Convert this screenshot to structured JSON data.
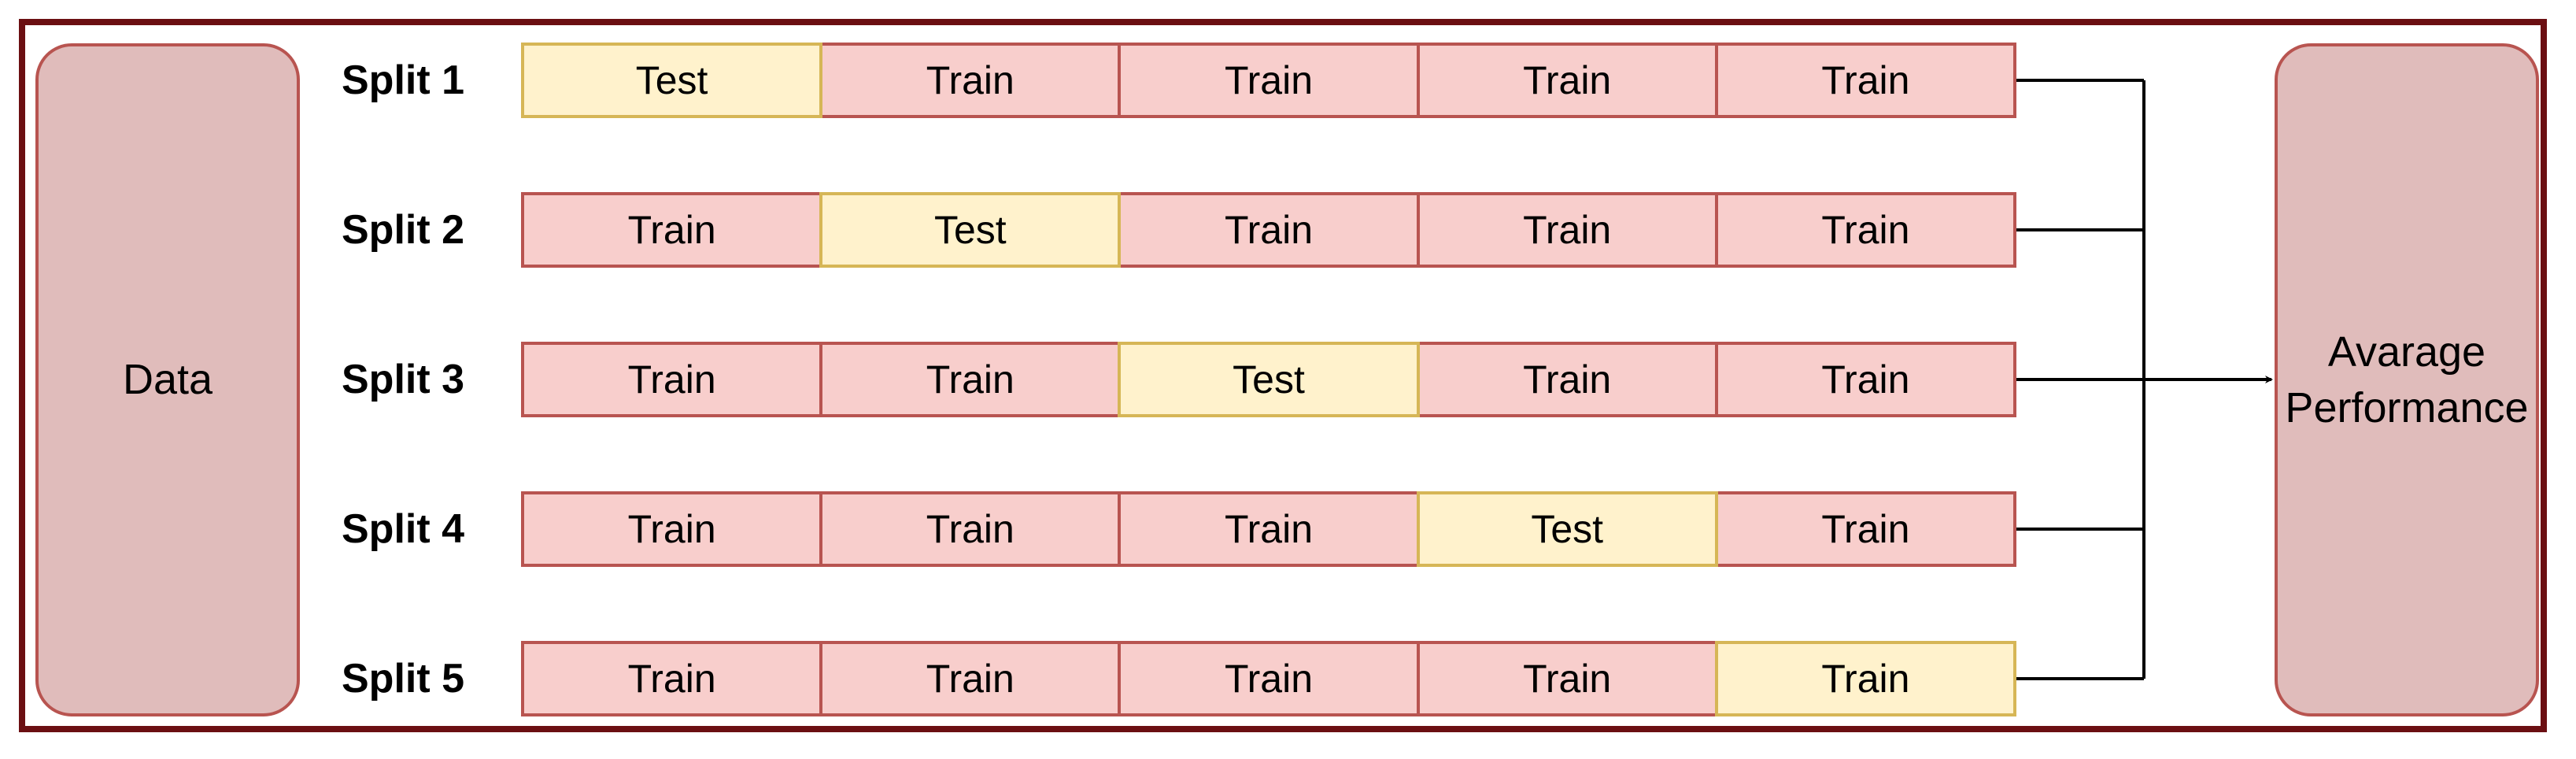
{
  "data_label": "Data",
  "performance_label": "Avarage\nPerformance",
  "colors": {
    "frame": "#6b0f12",
    "side_fill": "#e0bcbb",
    "side_border": "#b85450",
    "train_fill": "#f8cecc",
    "train_border": "#b85450",
    "test_fill": "#fff2cc",
    "test_border": "#d6b656",
    "connector": "#000000"
  },
  "splits": [
    {
      "label": "Split 1",
      "cells": [
        {
          "text": "Test",
          "kind": "test"
        },
        {
          "text": "Train",
          "kind": "train"
        },
        {
          "text": "Train",
          "kind": "train"
        },
        {
          "text": "Train",
          "kind": "train"
        },
        {
          "text": "Train",
          "kind": "train"
        }
      ]
    },
    {
      "label": "Split 2",
      "cells": [
        {
          "text": "Train",
          "kind": "train"
        },
        {
          "text": "Test",
          "kind": "test"
        },
        {
          "text": "Train",
          "kind": "train"
        },
        {
          "text": "Train",
          "kind": "train"
        },
        {
          "text": "Train",
          "kind": "train"
        }
      ]
    },
    {
      "label": "Split 3",
      "cells": [
        {
          "text": "Train",
          "kind": "train"
        },
        {
          "text": "Train",
          "kind": "train"
        },
        {
          "text": "Test",
          "kind": "test"
        },
        {
          "text": "Train",
          "kind": "train"
        },
        {
          "text": "Train",
          "kind": "train"
        }
      ]
    },
    {
      "label": "Split 4",
      "cells": [
        {
          "text": "Train",
          "kind": "train"
        },
        {
          "text": "Train",
          "kind": "train"
        },
        {
          "text": "Train",
          "kind": "train"
        },
        {
          "text": "Test",
          "kind": "test"
        },
        {
          "text": "Train",
          "kind": "train"
        }
      ]
    },
    {
      "label": "Split 5",
      "cells": [
        {
          "text": "Train",
          "kind": "train"
        },
        {
          "text": "Train",
          "kind": "train"
        },
        {
          "text": "Train",
          "kind": "train"
        },
        {
          "text": "Train",
          "kind": "train"
        },
        {
          "text": "Train",
          "kind": "test"
        }
      ]
    }
  ]
}
